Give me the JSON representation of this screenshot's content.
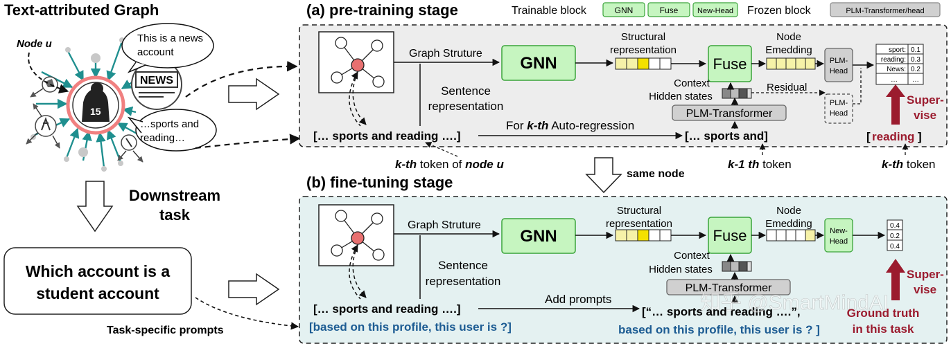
{
  "left": {
    "title": "Text-attributed Graph",
    "node_label": "Node u",
    "bubble_news": [
      "This is a news",
      "account"
    ],
    "bubble_sports": [
      "…sports and",
      "reading…"
    ],
    "news_logo": "NEWS",
    "jersey_number": "15",
    "downstream": [
      "Downstream",
      "task"
    ],
    "question": [
      "Which account is a",
      "student account"
    ],
    "task_prompts": "Task-specific prompts"
  },
  "legend": {
    "trainable": "Trainable block",
    "gnn": "GNN",
    "fuse": "Fuse",
    "newhead": "New-Head",
    "frozen": "Frozen block",
    "plm": "PLM-Transformer/head"
  },
  "colors": {
    "trainable_fill": "#c6f5c0",
    "trainable_border": "#3aa43a",
    "frozen_fill": "#d0d0d0",
    "panel_pretrain": "#ededed",
    "panel_finetune": "#e4f1f1",
    "teal_edge": "#1f8f8f",
    "node_red": "#e87070",
    "supervise_red": "#9b1b2e",
    "prompt_blue": "#1d5c93",
    "embed_yellow": "#f6f2a8",
    "embed_bright": "#f4e100"
  },
  "pretrain": {
    "title": "(a) pre-training stage",
    "graph_structure": "Graph Struture",
    "gnn": "GNN",
    "structural": [
      "Structural",
      "representation"
    ],
    "fuse": "Fuse",
    "node_embedding": [
      "Node",
      "Emedding"
    ],
    "plm_head": [
      "PLM-",
      "Head"
    ],
    "plm_head_dashed": [
      "PLM-",
      "Head"
    ],
    "sentence": [
      "Sentence",
      "representation"
    ],
    "context": [
      "Context",
      "Hidden states"
    ],
    "residual": "Residual",
    "plm_transformer": "PLM-Transformer",
    "input_sentence": "[… sports and reading ….]",
    "autoregression_prefix": "For ",
    "autoregression_k": "k-th",
    "autoregression_suffix": " Auto-regression",
    "truncated_sentence": "[… sports and]",
    "output": [
      {
        "label": "sport:",
        "value": "0.1"
      },
      {
        "label": "reading:",
        "value": "0.3"
      },
      {
        "label": "News:",
        "value": "0.2"
      },
      {
        "label": "…",
        "value": "…"
      }
    ],
    "supervise": [
      "Super-",
      "vise"
    ],
    "target": "reading",
    "kth_token_k": "k-th",
    "kth_token_mid": " token of ",
    "kth_token_node": "node u",
    "k1_token_k": "k-1 th",
    "k1_token_suffix": " token",
    "kth_right_k": "k-th",
    "kth_right_suffix": " token"
  },
  "same_node": "same node",
  "finetune": {
    "title": "(b) fine-tuning stage",
    "graph_structure": "Graph Struture",
    "gnn": "GNN",
    "structural": [
      "Structural",
      "representation"
    ],
    "fuse": "Fuse",
    "node_embedding": [
      "Node",
      "Emedding"
    ],
    "new_head": [
      "New-",
      "Head"
    ],
    "sentence": [
      "Sentence",
      "representation"
    ],
    "context": [
      "Context",
      "Hidden states"
    ],
    "plm_transformer": "PLM-Transformer",
    "input_sentence": "[… sports and reading ….]",
    "add_prompts": "Add prompts",
    "prompt_line": "[based on this  profile, this user is ?]",
    "combined_1": "[“… sports and reading ….”,",
    "combined_2": "based on this profile, this user is ? ]",
    "output": [
      "0.4",
      "0.2",
      "0.4"
    ],
    "supervise": [
      "Super-",
      "vise"
    ],
    "ground_truth": [
      "Ground truth",
      "in this task"
    ]
  },
  "watermark": "知乎 @SmartMindAI"
}
